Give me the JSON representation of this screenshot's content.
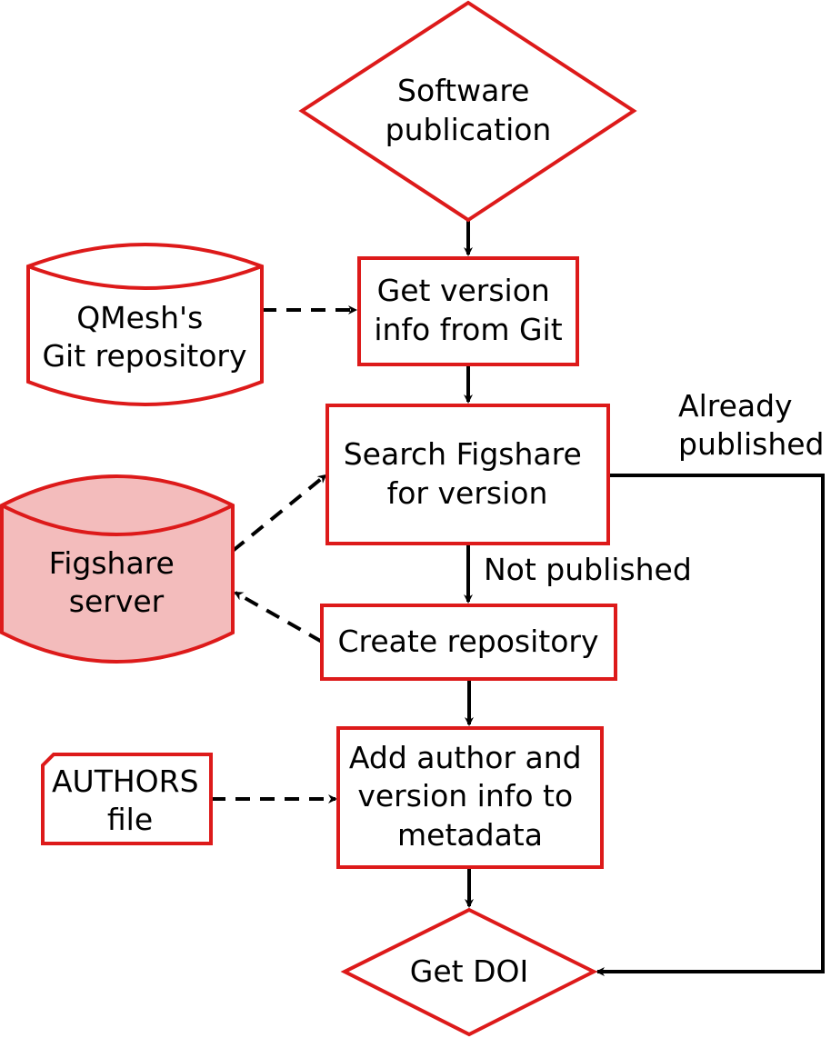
{
  "nodes": {
    "software_publication": [
      "Software",
      "publication"
    ],
    "get_version_info": [
      "Get version",
      "info from Git"
    ],
    "git_repository": [
      "QMesh's",
      "Git repository"
    ],
    "search_figshare": [
      "Search Figshare",
      "for version"
    ],
    "figshare_server": [
      "Figshare",
      "server"
    ],
    "create_repository": [
      "Create repository"
    ],
    "add_author_info": [
      "Add author and",
      "version info to",
      "metadata"
    ],
    "authors_file": [
      "AUTHORS",
      "file"
    ],
    "get_doi": [
      "Get DOI"
    ]
  },
  "edge_labels": {
    "already_published": [
      "Already",
      "published"
    ],
    "not_published": [
      "Not published"
    ]
  },
  "colors": {
    "stroke": "#dd1a1a",
    "database_fill": "#f3bcbc",
    "arrow": "#000000"
  }
}
